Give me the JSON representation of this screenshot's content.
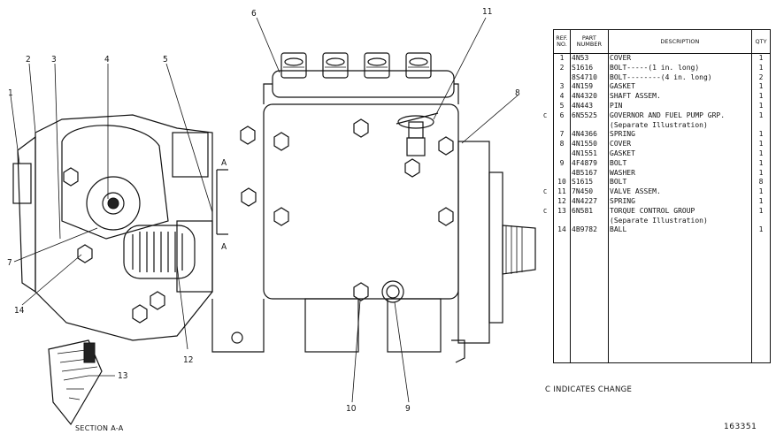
{
  "diagram": {
    "callouts": [
      "1",
      "2",
      "3",
      "4",
      "5",
      "6",
      "7",
      "8",
      "9",
      "10",
      "11",
      "12",
      "13",
      "14"
    ],
    "section_marker": "A",
    "section_label": "SECTION A-A"
  },
  "parts_table": {
    "headers": {
      "ref_no": "REF. NO.",
      "part_number": "PART NUMBER",
      "description": "DESCRIPTION",
      "qty": "QTY"
    },
    "rows": [
      {
        "ref": "1",
        "part": "4N53",
        "desc": "COVER",
        "qty": "1",
        "change": ""
      },
      {
        "ref": "2",
        "part": "S1616",
        "desc": "BOLT-----(1 in. long)",
        "qty": "1",
        "change": ""
      },
      {
        "ref": "",
        "part": "8S4710",
        "desc": "BOLT--------(4 in. long)",
        "qty": "2",
        "change": ""
      },
      {
        "ref": "3",
        "part": "4N159",
        "desc": "GASKET",
        "qty": "1",
        "change": ""
      },
      {
        "ref": "4",
        "part": "4N4320",
        "desc": "SHAFT ASSEM.",
        "qty": "1",
        "change": ""
      },
      {
        "ref": "5",
        "part": "4N443",
        "desc": "PIN",
        "qty": "1",
        "change": ""
      },
      {
        "ref": "6",
        "part": "6N5525",
        "desc": "GOVERNOR AND FUEL PUMP GRP.",
        "qty": "1",
        "change": "C"
      },
      {
        "ref": "",
        "part": "",
        "desc": "(Separate Illustration)",
        "qty": "",
        "change": ""
      },
      {
        "ref": "7",
        "part": "4N4366",
        "desc": "SPRING",
        "qty": "1",
        "change": ""
      },
      {
        "ref": "8",
        "part": "4N1550",
        "desc": "COVER",
        "qty": "1",
        "change": ""
      },
      {
        "ref": "",
        "part": "4N1551",
        "desc": "GASKET",
        "qty": "1",
        "change": ""
      },
      {
        "ref": "9",
        "part": "4F4879",
        "desc": "BOLT",
        "qty": "1",
        "change": ""
      },
      {
        "ref": "",
        "part": "4B5167",
        "desc": "WASHER",
        "qty": "1",
        "change": ""
      },
      {
        "ref": "10",
        "part": "S1615",
        "desc": "BOLT",
        "qty": "8",
        "change": ""
      },
      {
        "ref": "11",
        "part": "7N450",
        "desc": "VALVE ASSEM.",
        "qty": "1",
        "change": "C"
      },
      {
        "ref": "12",
        "part": "4N4227",
        "desc": "SPRING",
        "qty": "1",
        "change": ""
      },
      {
        "ref": "13",
        "part": "6N581",
        "desc": "TORQUE CONTROL GROUP",
        "qty": "1",
        "change": "C"
      },
      {
        "ref": "",
        "part": "",
        "desc": "(Separate Illustration)",
        "qty": "",
        "change": ""
      },
      {
        "ref": "14",
        "part": "4B9782",
        "desc": "BALL",
        "qty": "1",
        "change": ""
      }
    ]
  },
  "change_note": "C INDICATES CHANGE",
  "drawing_number": "163351"
}
